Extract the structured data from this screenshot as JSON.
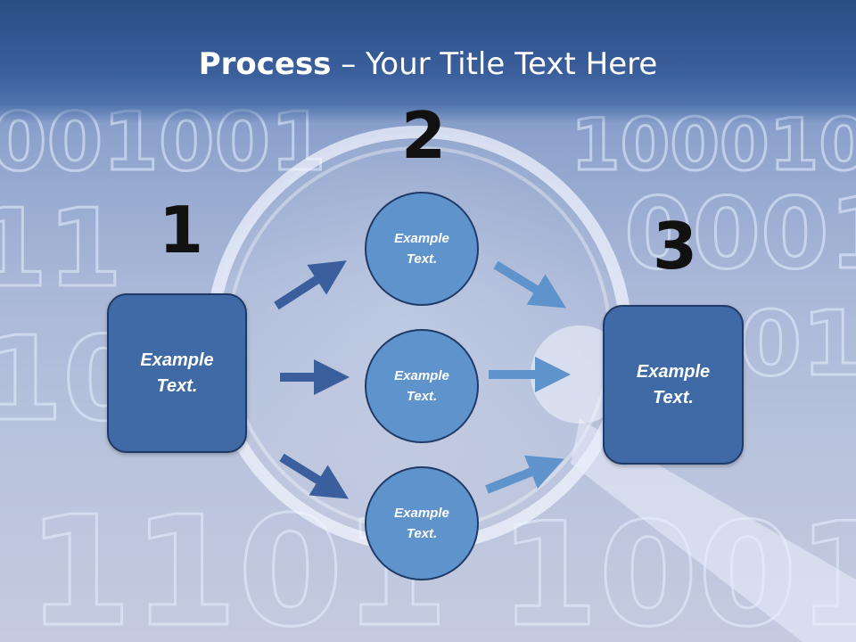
{
  "title": {
    "bold": "Process",
    "rest": " – Your Title Text Here"
  },
  "steps": [
    {
      "number": "1",
      "text": "Example\nText."
    },
    {
      "number": "2",
      "text": "Example\nText."
    },
    {
      "number": "3",
      "text": "Example\nText."
    }
  ],
  "branches": [
    {
      "text": "Example\nText."
    },
    {
      "text": "Example\nText."
    },
    {
      "text": "Example\nText."
    }
  ],
  "colors": {
    "header": "#2b4e86",
    "box_fill": "#3f6aa6",
    "circle_fill": "#5f93cc",
    "outline": "#1f3a66",
    "arrow_dark": "#3a5f9c",
    "arrow_light": "#5f93cc"
  }
}
